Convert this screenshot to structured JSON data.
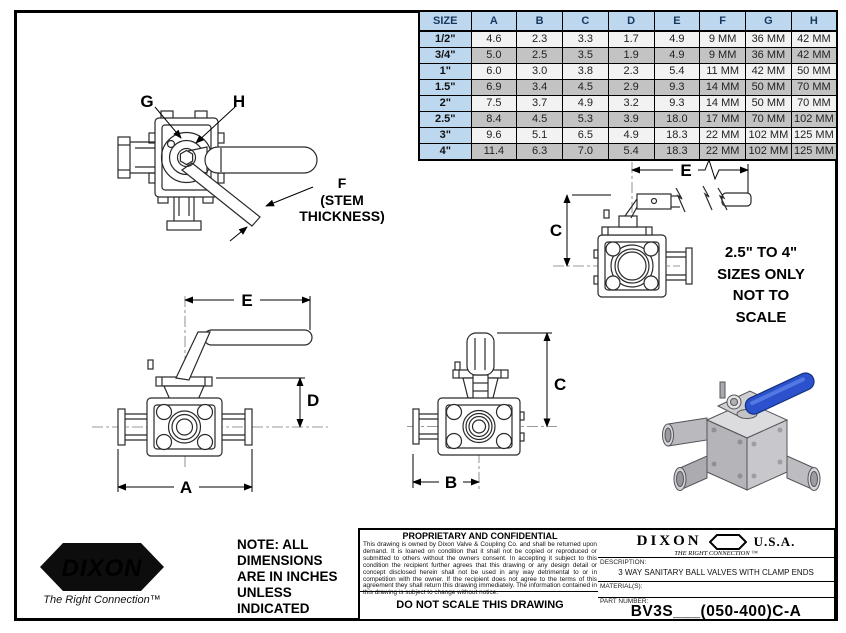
{
  "size_table": {
    "headers": [
      "SIZE",
      "A",
      "B",
      "C",
      "D",
      "E",
      "F",
      "G",
      "H"
    ],
    "rows": [
      {
        "size": "1/2\"",
        "values": [
          "4.6",
          "2.3",
          "3.3",
          "1.7",
          "4.9",
          "9 MM",
          "36 MM",
          "42 MM"
        ]
      },
      {
        "size": "3/4\"",
        "values": [
          "5.0",
          "2.5",
          "3.5",
          "1.9",
          "4.9",
          "9 MM",
          "36 MM",
          "42 MM"
        ]
      },
      {
        "size": "1\"",
        "values": [
          "6.0",
          "3.0",
          "3.8",
          "2.3",
          "5.4",
          "11 MM",
          "42 MM",
          "50 MM"
        ]
      },
      {
        "size": "1.5\"",
        "values": [
          "6.9",
          "3.4",
          "4.5",
          "2.9",
          "9.3",
          "14 MM",
          "50 MM",
          "70 MM"
        ]
      },
      {
        "size": "2\"",
        "values": [
          "7.5",
          "3.7",
          "4.9",
          "3.2",
          "9.3",
          "14 MM",
          "50 MM",
          "70 MM"
        ]
      },
      {
        "size": "2.5\"",
        "values": [
          "8.4",
          "4.5",
          "5.3",
          "3.9",
          "18.0",
          "17 MM",
          "70 MM",
          "102 MM"
        ]
      },
      {
        "size": "3\"",
        "values": [
          "9.6",
          "5.1",
          "6.5",
          "4.9",
          "18.3",
          "22 MM",
          "102 MM",
          "125 MM"
        ]
      },
      {
        "size": "4\"",
        "values": [
          "11.4",
          "6.3",
          "7.0",
          "5.4",
          "18.3",
          "22 MM",
          "102 MM",
          "125 MM"
        ]
      }
    ]
  },
  "dim_labels": {
    "g": "G",
    "h": "H",
    "f": "F",
    "f_stem": "(STEM",
    "f_thickness": "THICKNESS)",
    "e": "E",
    "c": "C",
    "d": "D",
    "a": "A",
    "b": "B"
  },
  "scale_note": {
    "lines": [
      "2.5\" TO 4\"",
      "SIZES ONLY",
      "NOT TO",
      "SCALE"
    ]
  },
  "note_text": "NOTE: ALL DIMENSIONS ARE IN INCHES UNLESS INDICATED",
  "brand_logo": {
    "name": "DIXON",
    "tagline": "The Right Connection™"
  },
  "title_block": {
    "proprietary_title": "PROPRIETARY AND CONFIDENTIAL",
    "proprietary_text": "This drawing is owned by Dixon Valve & Coupling Co. and shall be returned upon demand.  It is loaned on condition that it shall not be copied or reproduced or submitted to others without the owners consent.  In accepting it subject to this condition the recipient further agrees that this drawing or any design detail or concept disclosed herein shall not be used in any way detrimental to or in competition with the owner. If the recipient does not agree to the terms of this agreement they shall return this drawing immediately. The information contained in this drawing is subject to change without notice.",
    "do_not_scale": "DO NOT SCALE THIS DRAWING",
    "brand": "DIXON",
    "usa": "U.S.A.",
    "tagline_upper": "THE RIGHT CONNECTION ™",
    "description_label": "DESCRIPTION:",
    "description": "3 WAY SANITARY BALL VALVES WITH CLAMP ENDS",
    "materials_label": "MATERIAL(S):",
    "part_number_label": "PART NUMBER:",
    "part_number": "BV3S___(050-400)C-A"
  },
  "colors": {
    "table_header_bg": "#bdd7ee",
    "row_light": "#f2f2f2",
    "row_dark": "#c3c3c3",
    "handle_blue": "#2b52cc"
  }
}
